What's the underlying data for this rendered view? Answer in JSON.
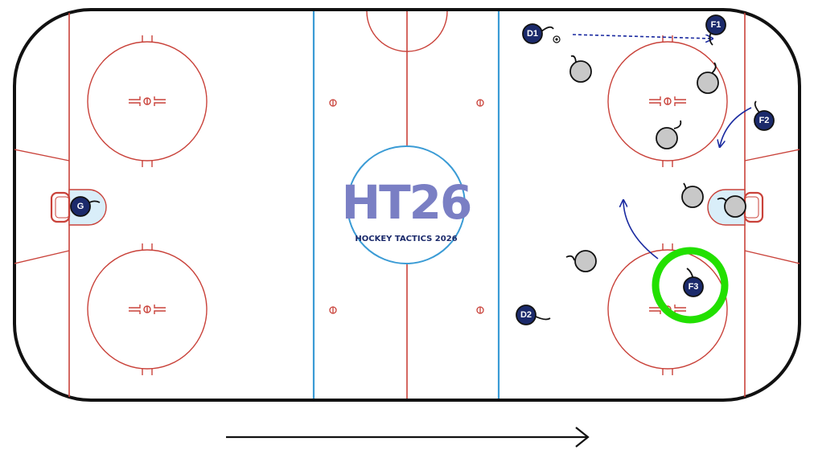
{
  "logo": {
    "title": "HT26",
    "subtitle": "HOCKEY TACTICS 2026"
  },
  "colors": {
    "team": "#1b2a6b",
    "opponent": "#c8c8c8",
    "rink_red": "#c9423a",
    "rink_blue": "#3a9bd5",
    "arrow": "#1a2aa0",
    "highlight": "#22e000",
    "logo_text": "#7a7fc4"
  },
  "players": [
    {
      "id": "G",
      "label": "G"
    },
    {
      "id": "D1",
      "label": "D1"
    },
    {
      "id": "D2",
      "label": "D2"
    },
    {
      "id": "F1",
      "label": "F1"
    },
    {
      "id": "F2",
      "label": "F2"
    },
    {
      "id": "F3",
      "label": "F3"
    }
  ],
  "highlighted_player": "F3",
  "direction_of_play": "right"
}
